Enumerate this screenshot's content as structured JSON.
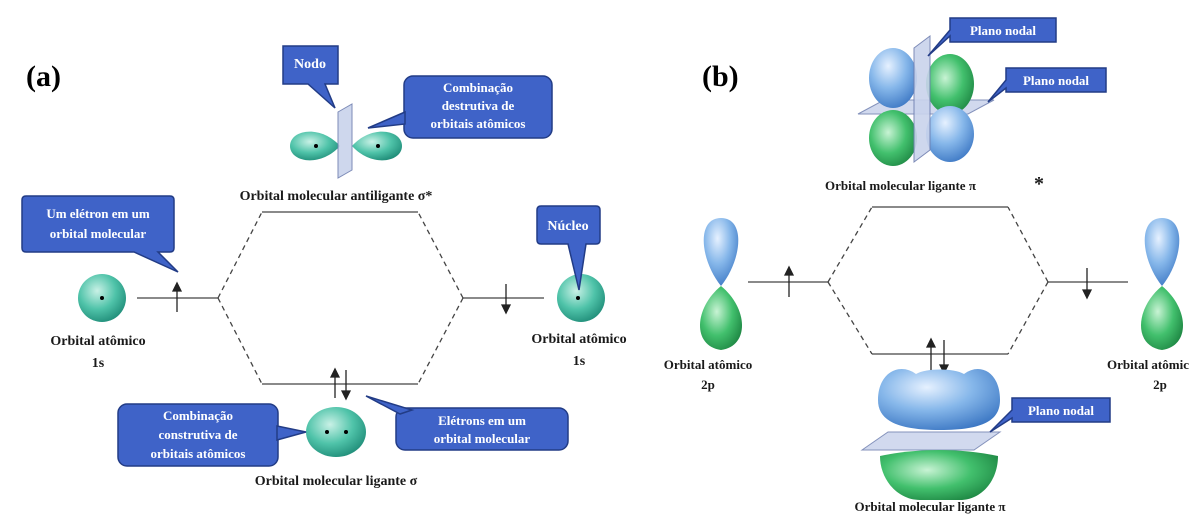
{
  "panels": {
    "a": "(a)",
    "b": "(b)"
  },
  "a": {
    "callout_nodo": "Nodo",
    "callout_destrutiva": [
      "Combinação",
      "destrutiva de",
      "orbitais atômicos"
    ],
    "label_antiligante": "Orbital  molecular  antiligante  σ*",
    "callout_eletron": [
      "Um elétron em um",
      "orbital molecular"
    ],
    "callout_nucleo": "Núcleo",
    "left_atomic": [
      "Orbital  atômico",
      "1s"
    ],
    "right_atomic": [
      "Orbital  atômico",
      "1s"
    ],
    "callout_construtiva": [
      "Combinação",
      "construtiva  de",
      "orbitais atômicos"
    ],
    "callout_eletrons": [
      "Elétrons em um",
      "orbital molecular"
    ],
    "label_ligante": "Orbital  molecular  ligante  σ"
  },
  "b": {
    "callout_plano_top1": "Plano nodal",
    "callout_plano_top2": "Plano nodal",
    "label_antiligante": "Orbital molecular ligante π",
    "star": "*",
    "left_atomic": [
      "Orbital atômico",
      "2p"
    ],
    "right_atomic": [
      "Orbital atômic",
      "2p"
    ],
    "callout_plano_bottom": "Plano nodal",
    "label_ligante": "Orbital molecular ligante π"
  },
  "colors": {
    "callout_fill": "#3f63c8",
    "callout_stroke": "#223c86",
    "orbital_green": "#3fb8a0",
    "lobe_blue": "#7fb2e8",
    "lobe_green": "#3fbf6a",
    "plane": "#c9d3ec"
  }
}
